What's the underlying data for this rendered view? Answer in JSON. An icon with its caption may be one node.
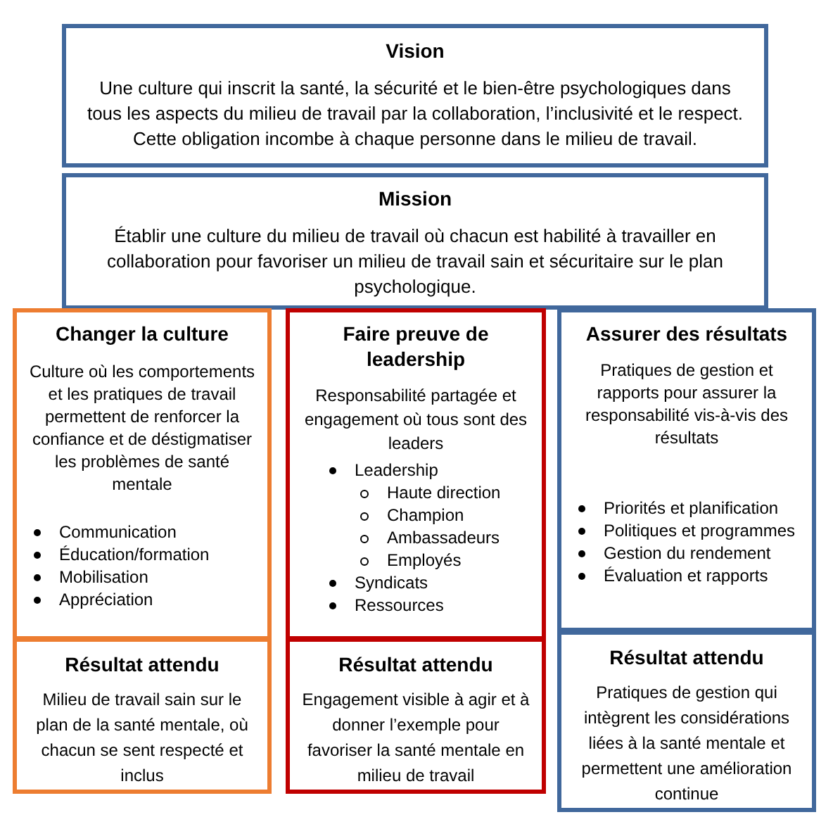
{
  "diagram": {
    "nodes": [
      {
        "text": [
          "Vision",
          "Une culture qui inscrit la santé, la sécurité et le bien-être psychologiques dans tous les aspects du milieu de travail par la collaboration, l’inclusivité et le respect. Cette obligation incombe à chaque personne dans le milieu de travail."
        ]
      },
      {
        "text": [
          "Mission",
          "Établir une culture du milieu de travail où chacun est habilité à travailler en collaboration pour favoriser un milieu de travail sain et sécuritaire sur le plan psychologique."
        ]
      },
      {
        "text": [
          "Changer la culture",
          "Culture où les comportements et les pratiques de travail permettent de renforcer la confiance et de déstigmatiser les problèmes de santé mentale",
          "Communication",
          "Éducation/formation",
          "Mobilisation",
          "Appréciation"
        ]
      },
      {
        "text": [
          "Faire preuve de leadership",
          "Responsabilité partagée et engagement où tous sont des leaders",
          "Leadership",
          "Haute direction",
          "Champion",
          "Ambassadeurs",
          "Employés",
          "Syndicats",
          "Ressources"
        ]
      },
      {
        "text": [
          "Assurer des résultats",
          "Pratiques de gestion et rapports pour assurer la responsabilité vis-à-vis des résultats",
          "Priorités et planification",
          "Politiques et programmes",
          "Gestion du rendement",
          "Évaluation et rapports"
        ]
      },
      {
        "text": [
          "Résultat attendu",
          "Milieu de travail sain sur le plan de la santé mentale, où chacun se sent respecté et inclus"
        ]
      },
      {
        "text": [
          "Résultat attendu",
          "Engagement visible à agir et à donner l’exemple pour favoriser la santé mentale en milieu de travail"
        ]
      },
      {
        "text": [
          "Résultat attendu",
          "Pratiques de gestion qui intègrent les considérations liées à la santé mentale et permettent une amélioration continue"
        ]
      }
    ]
  }
}
